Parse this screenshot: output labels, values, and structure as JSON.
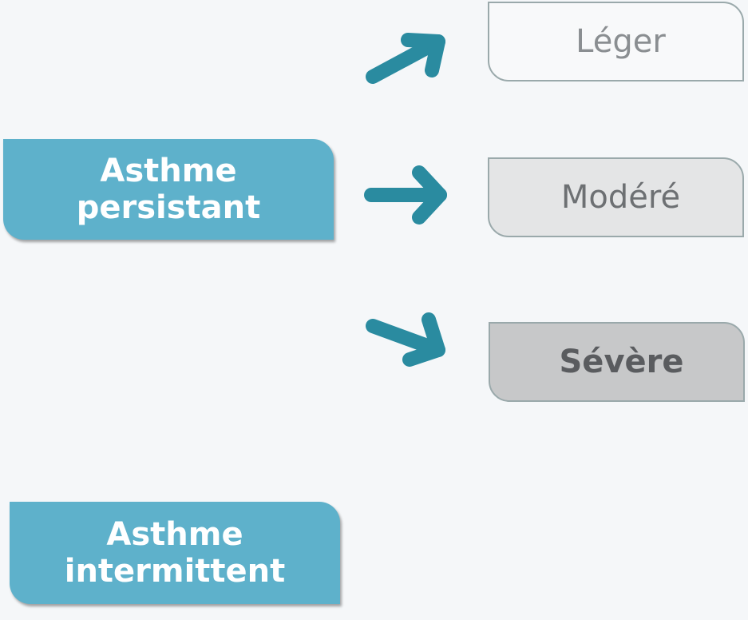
{
  "colors": {
    "background": "#f5f7f9",
    "main_node": "#5eb1cb",
    "arrow": "#2a8ba0",
    "leger_fill": "#f8f9fa",
    "modere_fill": "#e4e5e6",
    "severe_fill": "#c7c8c9",
    "level_border": "#9aa9ab"
  },
  "persistent": {
    "line1": "Asthme",
    "line2": "persistant"
  },
  "intermittent": {
    "line1": "Asthme",
    "line2": "intermittent"
  },
  "levels": {
    "leger": "Léger",
    "modere": "Modéré",
    "severe": "Sévère"
  }
}
